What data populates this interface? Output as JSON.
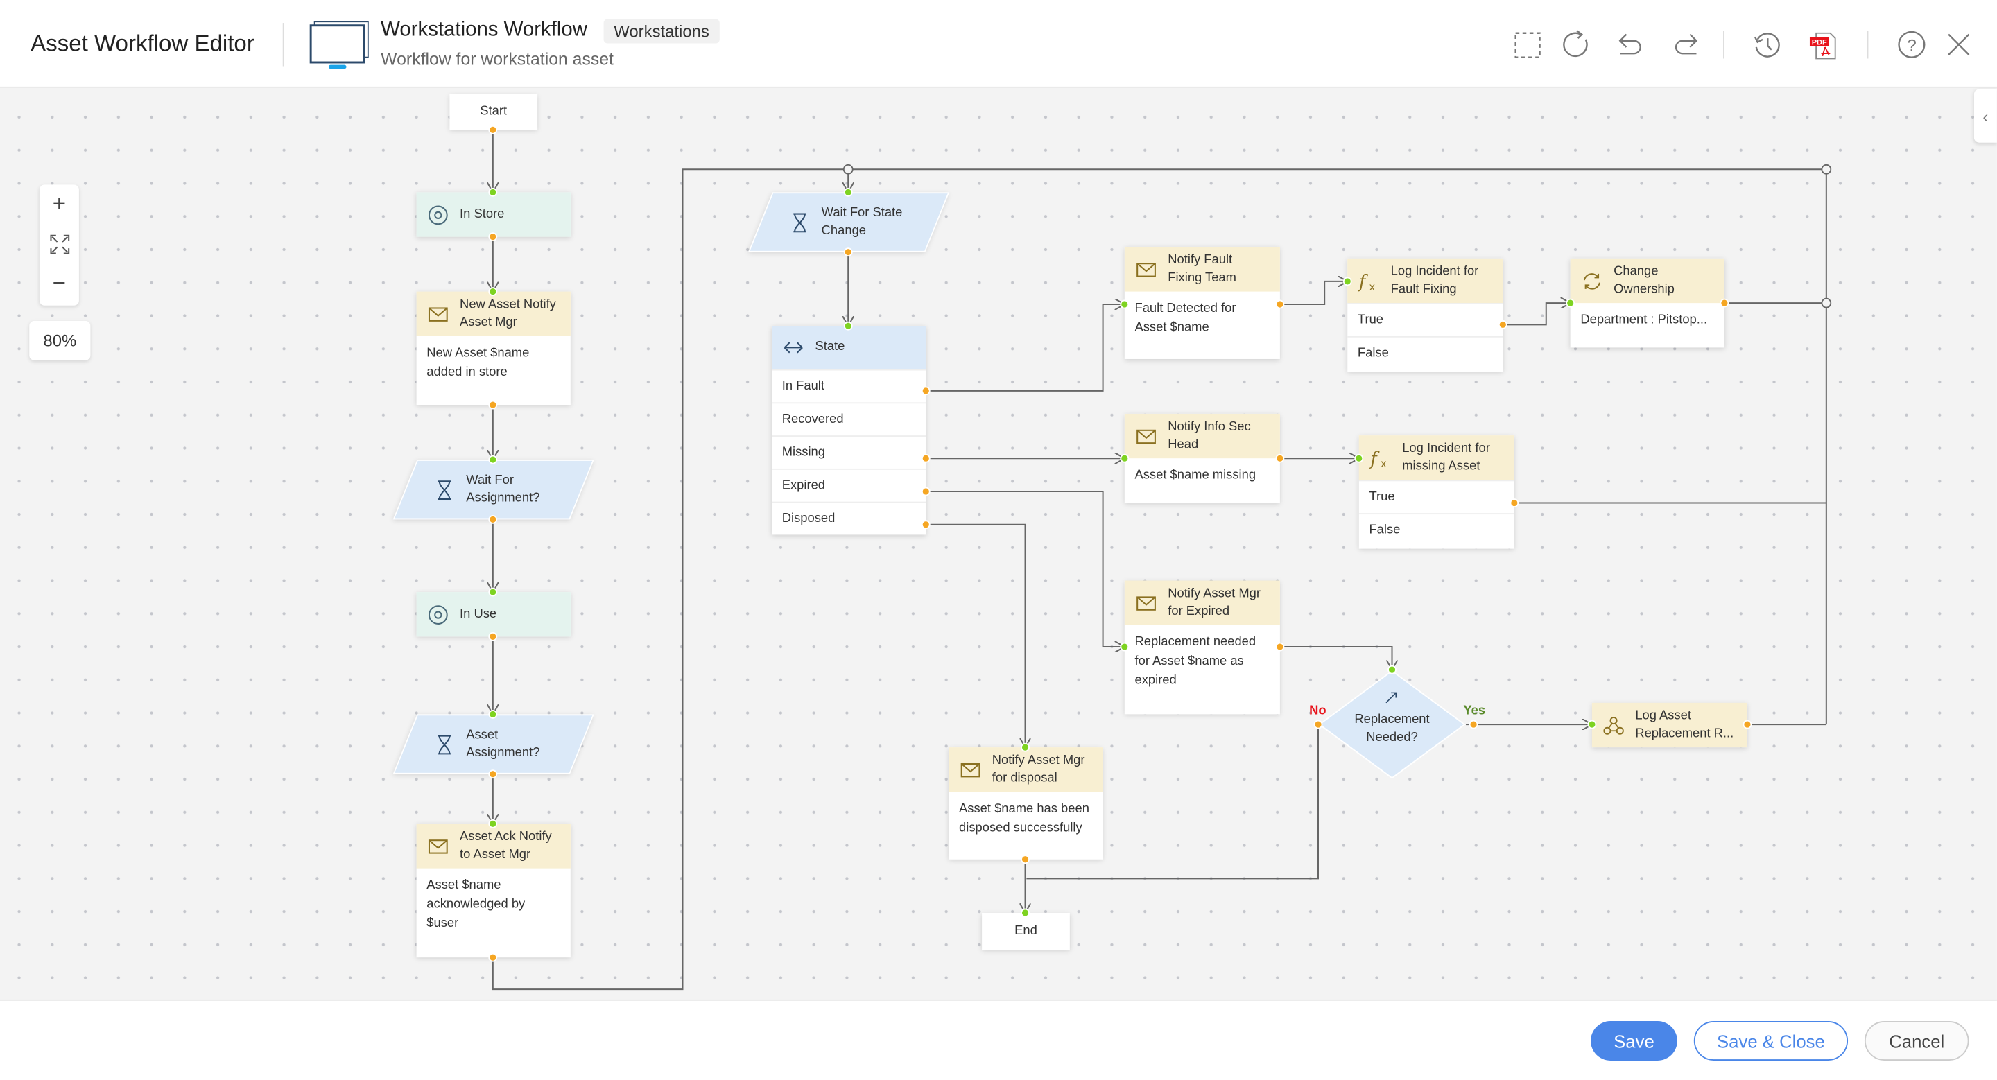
{
  "header": {
    "app_title": "Asset Workflow Editor",
    "workflow_title": "Workstations Workflow",
    "workflow_tag": "Workstations",
    "workflow_subtitle": "Workflow for workstation asset",
    "toolbar": [
      "select-area-icon",
      "refresh-icon",
      "undo-icon",
      "redo-icon",
      "history-icon",
      "pdf-export-icon",
      "help-icon",
      "close-icon"
    ]
  },
  "canvas": {
    "zoom_level": "80%",
    "zoom_in": "+",
    "zoom_out": "−",
    "decision_labels": {
      "no": "No",
      "yes": "Yes"
    },
    "colors": {
      "state": "#e4f3ee",
      "notify": "#f8efd2",
      "wait": "#dbe9f8",
      "input_dot": "#7ed321",
      "output_dot": "#f5a623"
    },
    "nodes": [
      {
        "type": "terminal",
        "title": "Start"
      },
      {
        "type": "state",
        "title": "In Store",
        "icon": "state-icon"
      },
      {
        "type": "notify",
        "title": "New Asset Notify Asset Mgr",
        "body": "New  Asset $name added in store",
        "icon": "mail-icon"
      },
      {
        "type": "wait",
        "title": "Wait For Assignment?",
        "icon": "hourglass-icon"
      },
      {
        "type": "state",
        "title": "In Use",
        "icon": "state-icon"
      },
      {
        "type": "wait",
        "title": "Asset Assignment?",
        "icon": "hourglass-icon"
      },
      {
        "type": "notify",
        "title": "Asset Ack Notify to Asset Mgr",
        "body": "Asset $name acknowledged by $user",
        "icon": "mail-icon"
      },
      {
        "type": "wait",
        "title": "Wait For State Change",
        "icon": "hourglass-icon"
      },
      {
        "type": "switch",
        "title": "State",
        "icon": "switch-icon",
        "rows": [
          "In Fault",
          "Recovered",
          "Missing",
          "Expired",
          "Disposed"
        ]
      },
      {
        "type": "notify",
        "title": "Notify Fault Fixing Team",
        "body": "Fault Detected for Asset $name",
        "icon": "mail-icon"
      },
      {
        "type": "function",
        "title": "Log Incident for Fault Fixing",
        "icon": "function-icon",
        "rows": [
          "True",
          "False"
        ]
      },
      {
        "type": "notify",
        "title": "Change Ownership",
        "body": "Department : Pitstop...",
        "icon": "cycle-icon"
      },
      {
        "type": "notify",
        "title": "Notify Info Sec Head",
        "body": "Asset $name  missing",
        "icon": "mail-icon"
      },
      {
        "type": "function",
        "title": "Log Incident for missing Asset",
        "icon": "function-icon",
        "rows": [
          "True",
          "False"
        ]
      },
      {
        "type": "notify",
        "title": "Notify Asset Mgr for Expired",
        "body": "Replacement needed for Asset $name as expired",
        "icon": "mail-icon"
      },
      {
        "type": "decision",
        "title": "Replacement Needed?",
        "icon": "decision-icon"
      },
      {
        "type": "notify",
        "title": "Log Asset Replacement R...",
        "icon": "webhook-icon"
      },
      {
        "type": "notify",
        "title": "Notify Asset Mgr for disposal",
        "body": "Asset $name has been disposed successfully",
        "icon": "mail-icon"
      },
      {
        "type": "terminal",
        "title": "End"
      }
    ]
  },
  "footer": {
    "save": "Save",
    "save_close": "Save & Close",
    "cancel": "Cancel",
    "accent": "#4a86e8"
  }
}
